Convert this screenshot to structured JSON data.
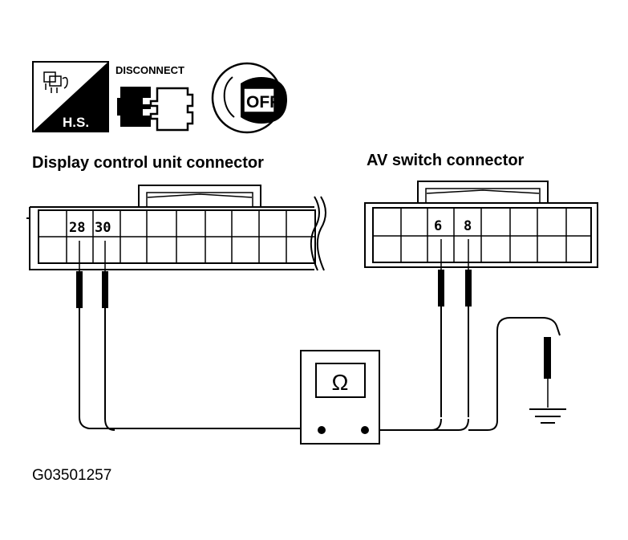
{
  "icons": {
    "hs_label": "H.S.",
    "disconnect_label": "DISCONNECT",
    "off_label": "OFF"
  },
  "connectors": {
    "display": {
      "title": "Display control unit connector",
      "pins": [
        "28",
        "30"
      ]
    },
    "av": {
      "title": "AV switch connector",
      "pins": [
        "6",
        "8"
      ]
    }
  },
  "meter": {
    "symbol": "Ω"
  },
  "figure_id": "G03501257"
}
